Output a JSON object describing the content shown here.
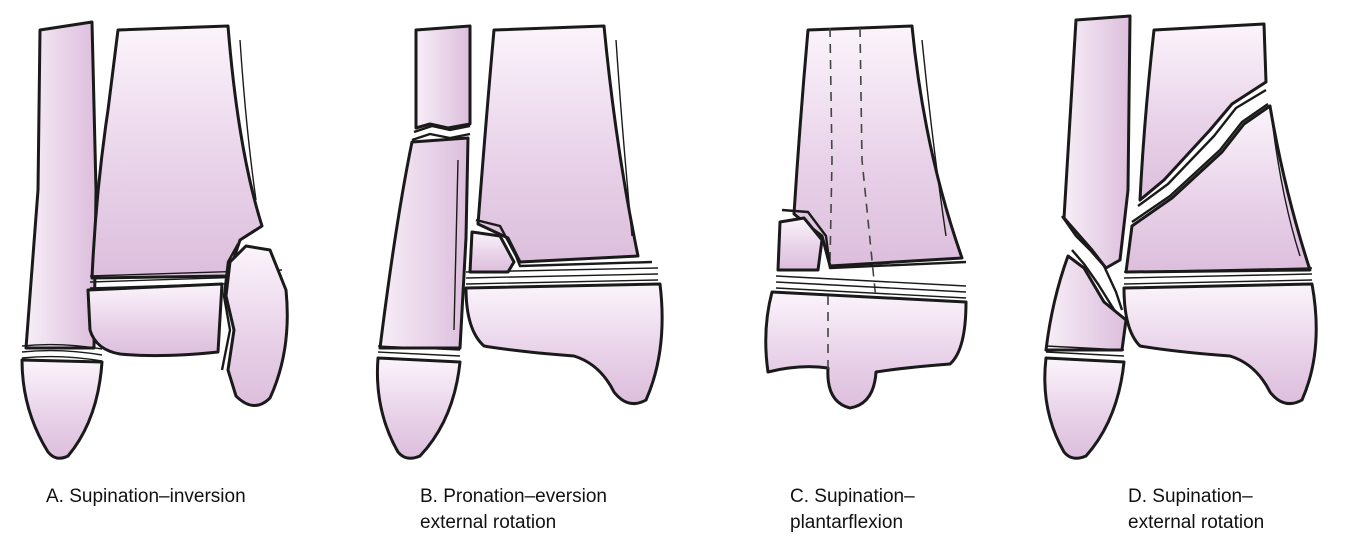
{
  "colors": {
    "bone_light": "#fbf4fb",
    "bone_dark": "#dcbedc",
    "outline": "#1a1a1a"
  },
  "panels": [
    {
      "id": "A",
      "lines": [
        "A. Supination–inversion"
      ]
    },
    {
      "id": "B",
      "lines": [
        "B. Pronation–eversion",
        "external rotation"
      ]
    },
    {
      "id": "C",
      "lines": [
        "C. Supination–",
        "plantarflexion"
      ]
    },
    {
      "id": "D",
      "lines": [
        "D. Supination–",
        "external rotation"
      ]
    }
  ]
}
